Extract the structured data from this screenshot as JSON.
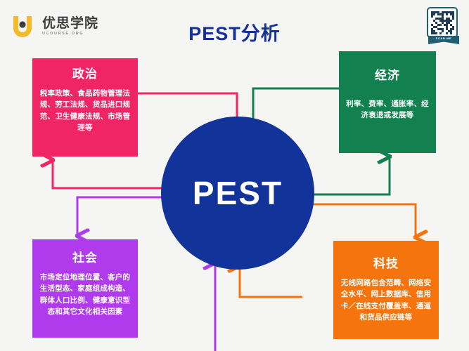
{
  "brand": {
    "logo_icon": "u-shield-logo-icon",
    "name_cn": "优思学院",
    "name_en": "UCOURSE.ORG"
  },
  "header": {
    "title": "PEST分析"
  },
  "qr": {
    "icon": "qr-code-icon",
    "ribbon_label": "SCAN ME"
  },
  "center": {
    "label": "PEST"
  },
  "quadrants": [
    {
      "key": "political",
      "title": "政治",
      "body": "税率政策、食品药物管理法规、劳工法规、货品进口规范、卫生健康法规、市场管理等",
      "color": "#ef2566"
    },
    {
      "key": "economic",
      "title": "经济",
      "body": "利率、费率、通胀率、经济衰退或发展等",
      "color": "#13804f"
    },
    {
      "key": "social",
      "title": "社会",
      "body": "市场定位地理位置、客户的生活型态、家庭组成构造、群体人口比例、健康意识型态和其它文化相关因素",
      "color": "#b03bec"
    },
    {
      "key": "technological",
      "title": "科技",
      "body": "无线网路包含范畴、网络安全水平、网上数据库、信用卡／在线支付覆盖率、通道和货品供应链等",
      "color": "#f5740d"
    }
  ],
  "connectors": [
    {
      "name": "political-to-center",
      "color": "#ef2566",
      "direction": "down"
    },
    {
      "name": "economic-to-center",
      "color": "#13804f",
      "direction": "down"
    },
    {
      "name": "center-to-political",
      "color": "#ef2566",
      "direction": "up"
    },
    {
      "name": "center-to-social",
      "color": "#b03bec",
      "direction": "down"
    },
    {
      "name": "social-to-center",
      "color": "#b03bec",
      "direction": "up"
    },
    {
      "name": "technological-to-center",
      "color": "#f5740d",
      "direction": "up"
    },
    {
      "name": "center-to-economic",
      "color": "#13804f",
      "direction": "up"
    },
    {
      "name": "center-to-technological",
      "color": "#f5740d",
      "direction": "down"
    }
  ],
  "colors": {
    "background": "#f5f5f3",
    "center": "#12349a",
    "title": "#15309b"
  }
}
